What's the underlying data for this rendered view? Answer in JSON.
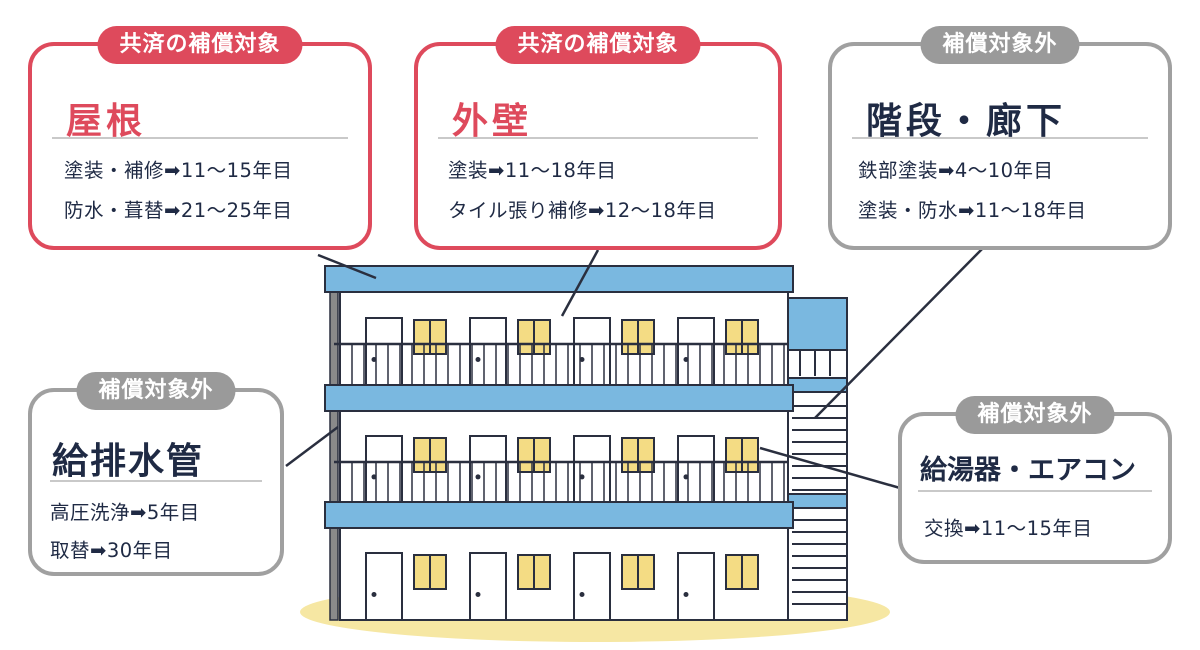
{
  "cards": {
    "roof": {
      "badge": "共済の補償対象",
      "title": "屋根",
      "lines": [
        "塗装・補修➡11～15年目",
        "防水・葺替➡21～25年目"
      ]
    },
    "wall": {
      "badge": "共済の補償対象",
      "title": "外壁",
      "lines": [
        "塗装➡11～18年目",
        "タイル張り補修➡12～18年目"
      ]
    },
    "stairs": {
      "badge": "補償対象外",
      "title": "階段・廊下",
      "lines": [
        "鉄部塗装➡4～10年目",
        "塗装・防水➡11～18年目"
      ]
    },
    "pipes": {
      "badge": "補償対象外",
      "title": "給排水管",
      "lines": [
        "高圧洗浄➡5年目",
        "取替➡30年目"
      ]
    },
    "heater": {
      "badge": "補償対象外",
      "title": "給湯器・エアコン",
      "lines": [
        "交換➡11～15年目"
      ]
    }
  },
  "colors": {
    "covered": "#de4a5c",
    "not_covered": "#9a9a9a",
    "text": "#1f2a44",
    "building_blue": "#7ab8e0",
    "window_yellow": "#f4dc84",
    "ground": "#f6e7a3"
  }
}
